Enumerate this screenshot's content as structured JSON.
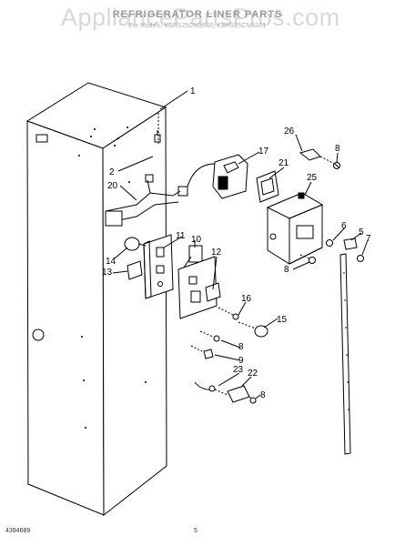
{
  "header": {
    "title": "REFRIGERATOR LINER PARTS",
    "subtitle": "For Models: KSRS25CNSS00, KSRS25CNSS01",
    "watermark": "AppliancePartsPros.com"
  },
  "callouts": [
    "1",
    "2",
    "20",
    "17",
    "26",
    "8",
    "21",
    "25",
    "11",
    "10",
    "14",
    "13",
    "12",
    "6",
    "5",
    "7",
    "8",
    "16",
    "15",
    "8",
    "9",
    "23",
    "22",
    "8"
  ],
  "footer": {
    "part_number": "4394689",
    "page": "5"
  }
}
